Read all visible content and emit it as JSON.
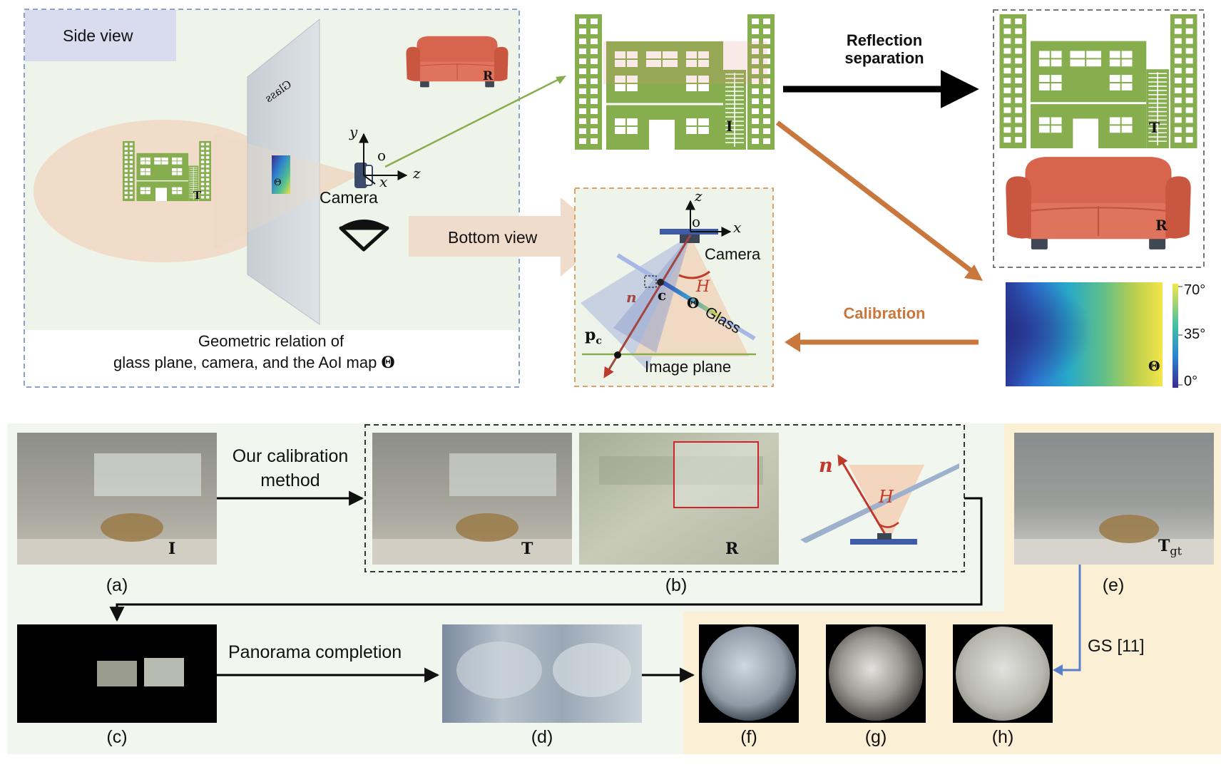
{
  "top": {
    "side_view_label": "Side view",
    "glass_mirrored": "Glass",
    "T": "T",
    "R": "R",
    "I": "I",
    "theta": "Θ",
    "theta_bold": "Θ",
    "axis_y": "y",
    "axis_z": "z",
    "axis_x": "x",
    "origin": "o",
    "camera": "Camera",
    "caption_line1": "Geometric relation of",
    "caption_line2": "glass plane, camera, and the AoI map",
    "bottom_view_label": "Bottom view",
    "bv_camera": "Camera",
    "bv_z": "z",
    "bv_o": "o",
    "bv_x": "x",
    "bv_H": "H",
    "bv_n": "n",
    "bv_c": "c",
    "bv_glass": "Glass",
    "bv_pc": "p",
    "bv_pc_sub": "c",
    "bv_image_plane": "Image plane",
    "reflection_separation": "Reflection\nseparation",
    "calibration": "Calibration",
    "colorbar_ticks": [
      "70°",
      "35°",
      "0°"
    ]
  },
  "bottom": {
    "our_calibration_method": "Our calibration\nmethod",
    "panorama_completion": "Panorama completion",
    "gs_ref": "GS [11]",
    "img_labels": {
      "I": "I",
      "T": "T",
      "R": "R",
      "Tgt": "T",
      "Tgt_sub": "gt",
      "n": "n",
      "H": "H"
    },
    "panel_labels": [
      "(a)",
      "(b)",
      "(c)",
      "(d)",
      "(e)",
      "(f)",
      "(g)",
      "(h)"
    ]
  },
  "colors": {
    "building_green": "#86ae4f",
    "sofa_red": "#d7644c",
    "calibration_orange": "#c8773d",
    "gs_blue": "#5a7ec7",
    "side_bg": "#eef4ea",
    "bottom_left_bg": "#f1f6ee",
    "bottom_right_bg": "#fbf0d5"
  }
}
